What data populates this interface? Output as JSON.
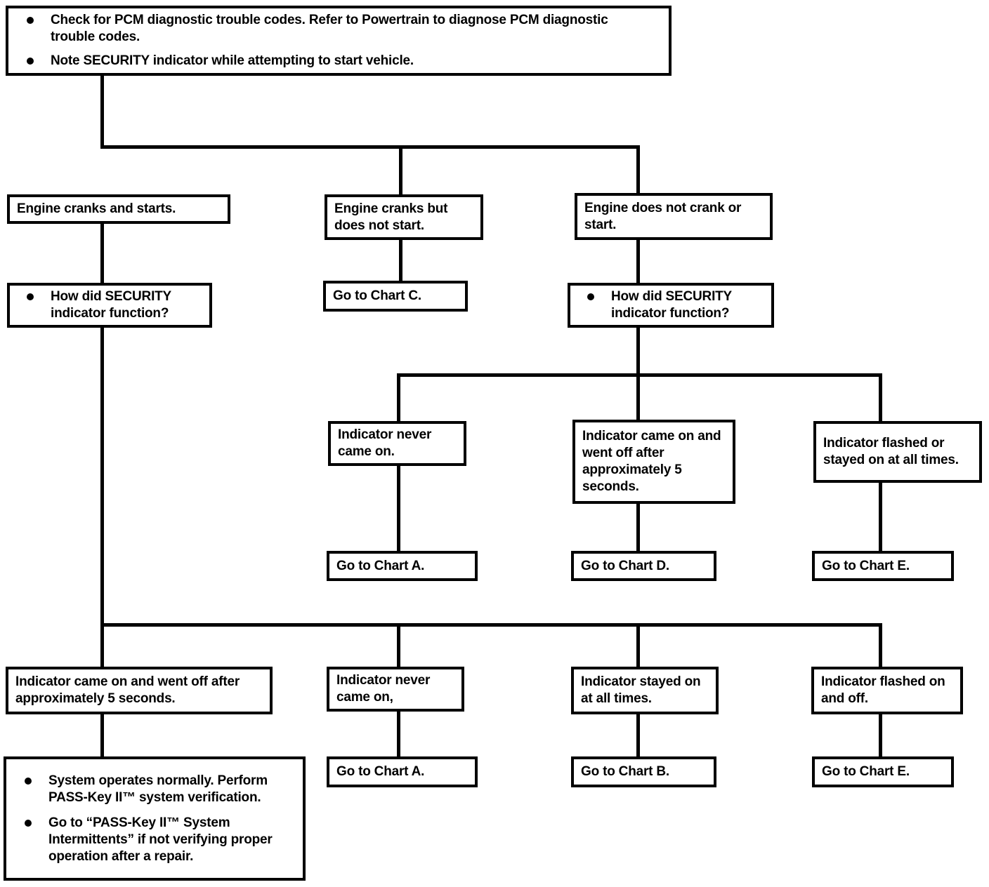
{
  "diagram": {
    "title_hint": "PASS-Key II SECURITY indicator diagnostic flowchart",
    "line_color": "#000000",
    "background": "#ffffff",
    "nodes": {
      "start": {
        "bullets": [
          "Check for PCM diagnostic trouble codes. Refer to Powertrain to diagnose PCM diagnostic trouble codes.",
          "Note SECURITY indicator while attempting to start vehicle."
        ]
      },
      "engine_cranks_starts": {
        "text": "Engine cranks and starts."
      },
      "engine_cranks_no_start": {
        "text": "Engine cranks but does not start."
      },
      "engine_no_crank": {
        "text": "Engine does not crank or start."
      },
      "how_security_left": {
        "bullets": [
          "How did SECURITY indicator function?"
        ]
      },
      "go_chart_c": {
        "text": "Go to Chart C."
      },
      "how_security_right": {
        "bullets": [
          "How did SECURITY indicator function?"
        ]
      },
      "ind_never_came_on_1": {
        "text": "Indicator never came on."
      },
      "ind_came_on_went_off_1": {
        "text": "Indicator came on and went off after approximately 5 seconds."
      },
      "ind_flashed_or_stayed": {
        "text": "Indicator flashed or stayed on at all times."
      },
      "go_chart_a_1": {
        "text": "Go to Chart A."
      },
      "go_chart_d": {
        "text": "Go to Chart D."
      },
      "go_chart_e_1": {
        "text": "Go to Chart E."
      },
      "ind_came_on_went_off_2": {
        "text": "Indicator came on and went off after approximately 5 seconds."
      },
      "ind_never_came_on_2": {
        "text": "Indicator never came on,"
      },
      "ind_stayed_on": {
        "text": "Indicator stayed on at all times."
      },
      "ind_flashed_on_off": {
        "text": "Indicator flashed on and off."
      },
      "system_ok": {
        "bullets": [
          "System operates normally. Perform PASS-Key II™ system verification.",
          "Go to “PASS-Key II™ System Intermittents” if not verifying proper operation after a repair."
        ]
      },
      "go_chart_a_2": {
        "text": "Go to Chart A."
      },
      "go_chart_b": {
        "text": "Go to Chart B."
      },
      "go_chart_e_2": {
        "text": "Go to Chart E."
      }
    }
  }
}
